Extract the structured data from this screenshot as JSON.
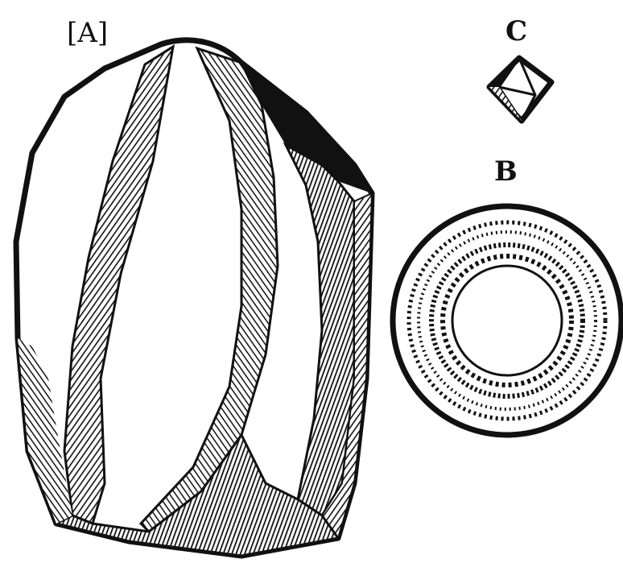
{
  "figure": {
    "labels": {
      "a": "[A]",
      "b": "B",
      "c": "C"
    },
    "colors": {
      "ink": "#111111",
      "paper": "#ffffff"
    }
  }
}
